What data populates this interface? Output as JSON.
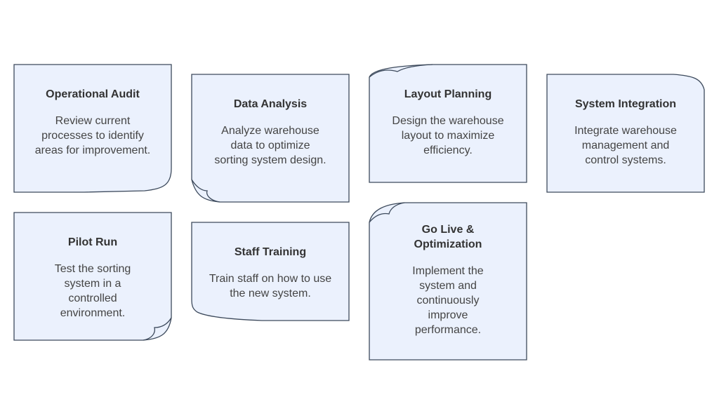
{
  "diagram": {
    "colors": {
      "card_fill": "#ebf1fd",
      "card_stroke": "#3d4a5c",
      "text": "#333333"
    },
    "cards": [
      {
        "title": "Operational Audit",
        "description": "Review current processes to identify areas for improvement."
      },
      {
        "title": "Data Analysis",
        "description": "Analyze warehouse data to optimize sorting system design."
      },
      {
        "title": "Layout Planning",
        "description": "Design the warehouse layout to maximize efficiency."
      },
      {
        "title": "System Integration",
        "description": "Integrate warehouse management and control systems."
      },
      {
        "title": "Pilot Run",
        "description": "Test the sorting system in a controlled environment."
      },
      {
        "title": "Staff Training",
        "description": "Train staff on how to use the new system."
      },
      {
        "title": "Go Live & Optimization",
        "description": "Implement the system and continuously improve performance."
      }
    ]
  }
}
